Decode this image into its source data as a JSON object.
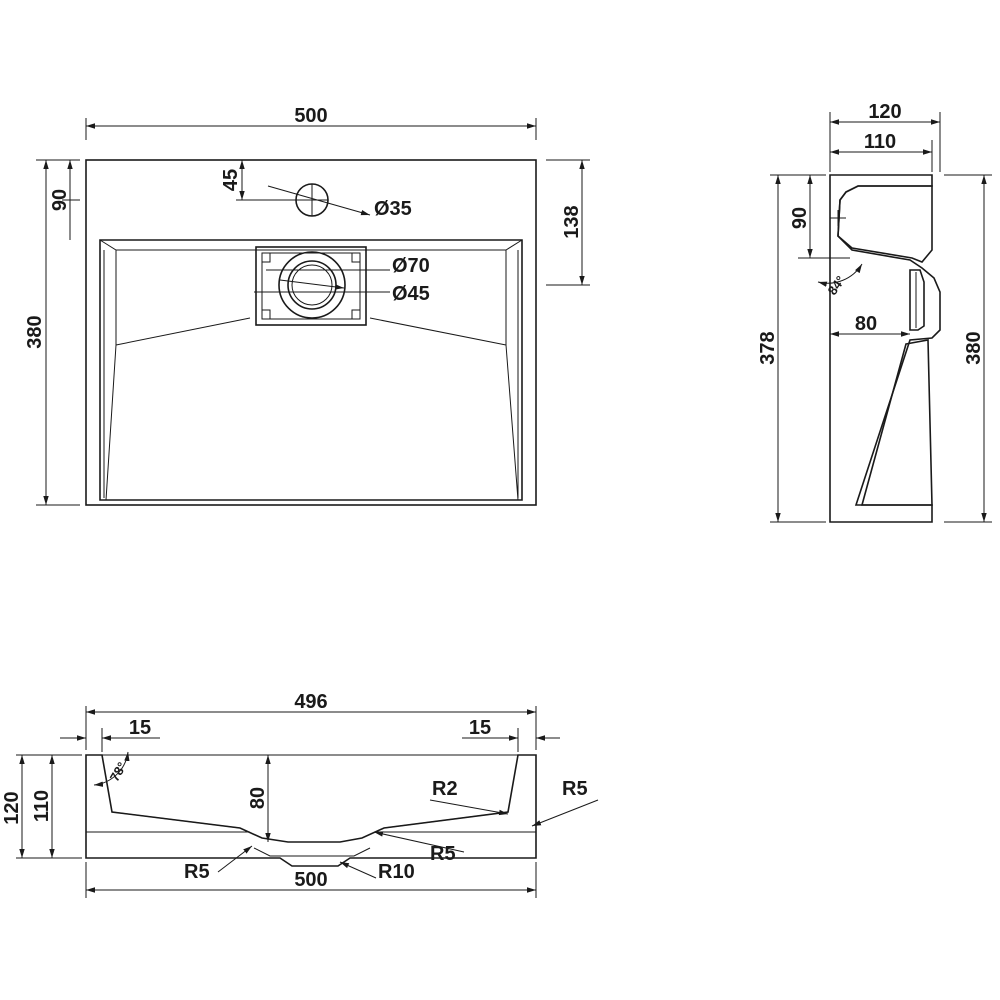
{
  "top_view": {
    "width": "500",
    "overall_depth": "380",
    "tap_offset": "90",
    "tap_to_edge": "45",
    "tap_hole": "Ø35",
    "drain_offset": "138",
    "drain_outer": "Ø70",
    "drain_inner": "Ø45"
  },
  "side_view": {
    "overall_depth": "120",
    "inner_depth": "110",
    "tap_offset": "90",
    "angle": "84°",
    "drain_setback": "80",
    "inner_height": "378",
    "overall_height": "380"
  },
  "front_view": {
    "inner_width": "496",
    "rim_left": "15",
    "rim_right": "15",
    "height_total": "120",
    "height_inner": "110",
    "angle": "78°",
    "basin_depth": "80",
    "radius_top_right": "R2",
    "radius_outer_right": "R5",
    "radius_drain_right": "R5",
    "radius_drain_left": "R5",
    "radius_drain_center": "R10",
    "overall_width": "500"
  }
}
